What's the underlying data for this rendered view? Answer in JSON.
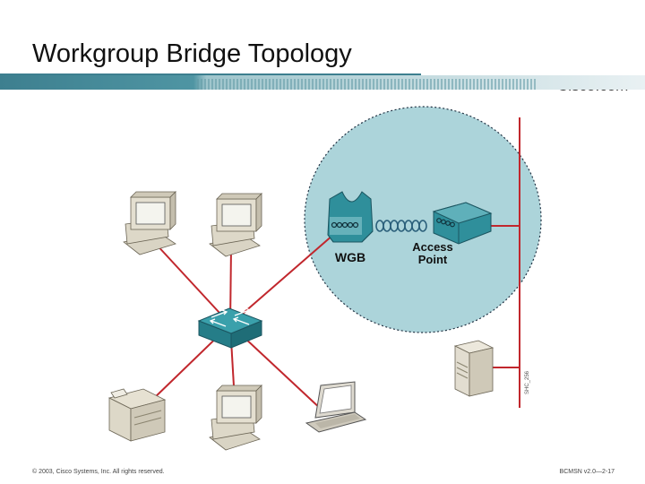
{
  "slide": {
    "title": "Workgroup Bridge Topology",
    "brand": "Cisco.com",
    "copyright": "© 2003, Cisco Systems, Inc. All rights reserved.",
    "course_id": "BCMSN v2.0—2-17"
  },
  "diagram": {
    "wgb_label": "WGB",
    "ap_label_line1": "Access",
    "ap_label_line2": "Point",
    "figure_id": "SHC_256"
  },
  "colors": {
    "header_band": "#3d7f8f",
    "cell_fill": "#acd4da",
    "link_color": "#c1272d",
    "device_teal": "#2f8f9b",
    "device_beige": "#ddd8c8"
  }
}
